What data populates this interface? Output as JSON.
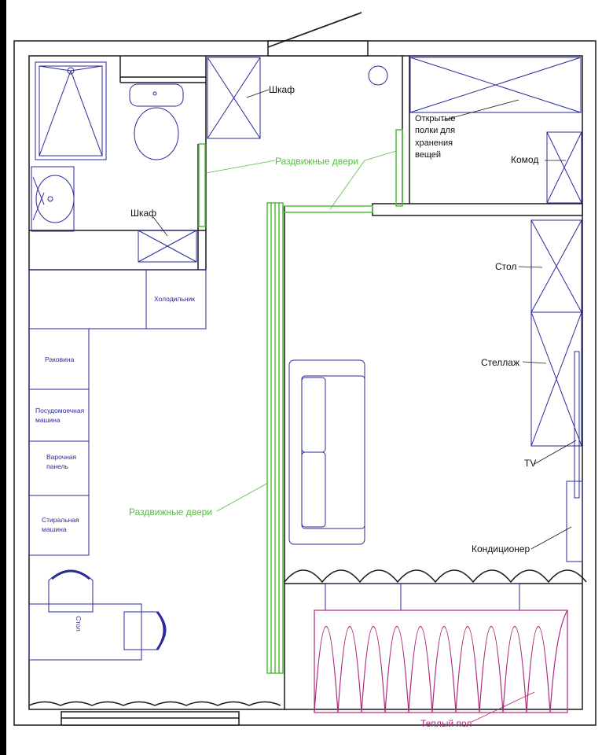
{
  "labels": {
    "wardrobe_top": "Шкаф",
    "wardrobe_bath": "Шкаф",
    "sliding_doors_top": "Раздвижные двери",
    "sliding_doors_bottom": "Раздвижные двери",
    "open_shelves": [
      "Открытые",
      "полки для",
      "хранения",
      "вещей"
    ],
    "dresser": "Комод",
    "table_right": "Стол",
    "rack": "Стеллаж",
    "tv": "TV",
    "air_conditioner": "Кондиционер",
    "fridge": "Холодильник",
    "sink": "Раковина",
    "dishwasher": [
      "Посудомоечная",
      "машина"
    ],
    "hob": [
      "Варочная",
      "панель"
    ],
    "washing_machine": [
      "Стиральная",
      "машина"
    ],
    "table_left": "Стол",
    "warm_floor": "Теплый пол"
  },
  "colors": {
    "wall": "#1a1a1a",
    "furniture": "#2a2a9a",
    "sliding_door": "#4fbf3a",
    "warm_floor": "#b0287a"
  }
}
